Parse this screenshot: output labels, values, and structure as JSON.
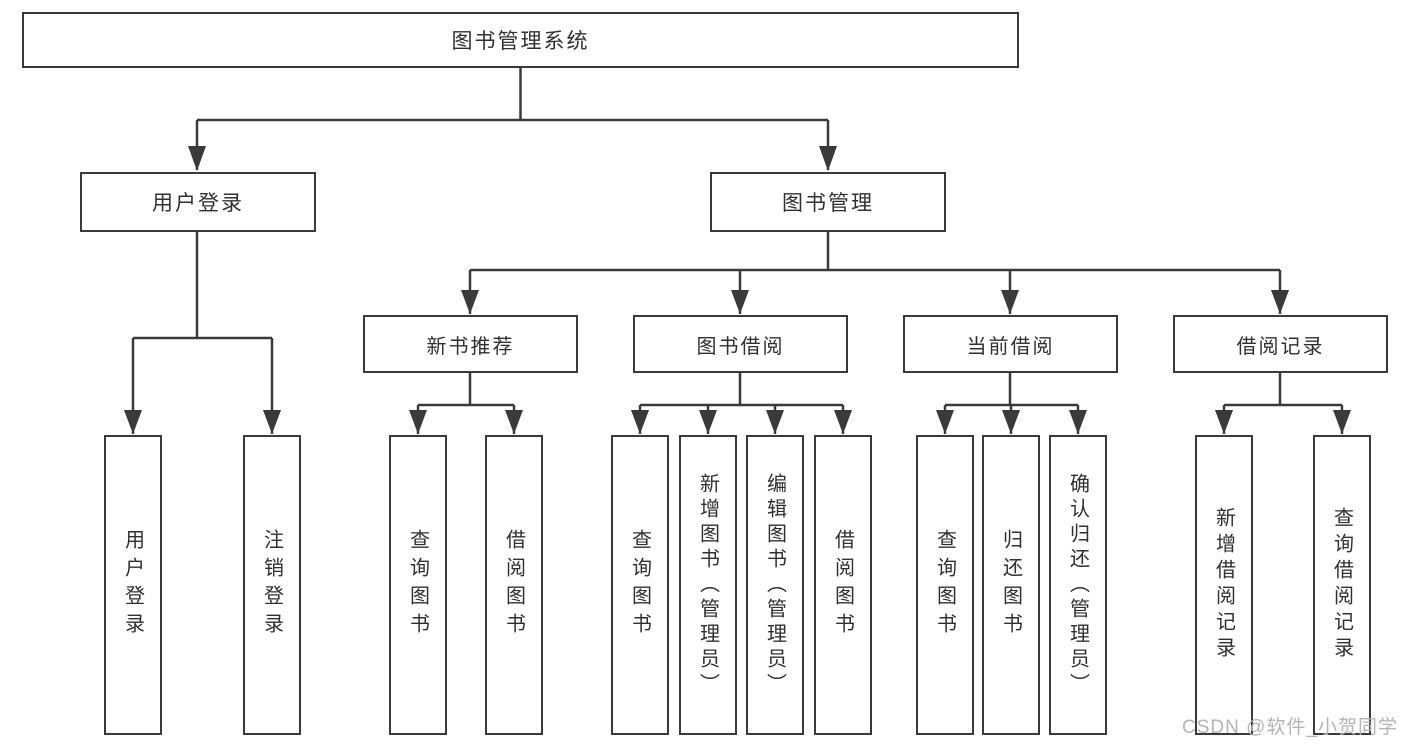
{
  "root": {
    "label": "图书管理系统"
  },
  "level2": {
    "user_login": {
      "label": "用户登录"
    },
    "book_mgmt": {
      "label": "图书管理"
    }
  },
  "level3": {
    "new_book_rec": {
      "label": "新书推荐"
    },
    "book_borrow": {
      "label": "图书借阅"
    },
    "current_borrow": {
      "label": "当前借阅"
    },
    "borrow_records": {
      "label": "借阅记录"
    }
  },
  "leaves": {
    "user_login_login": "用户登录",
    "user_login_logout": "注销登录",
    "rec_query_books": "查询图书",
    "rec_borrow_books": "借阅图书",
    "borrow_query_books": "查询图书",
    "borrow_add_books": "新增图书（管理员）",
    "borrow_edit_books": "编辑图书（管理员）",
    "borrow_borrow_books": "借阅图书",
    "current_query_books": "查询图书",
    "current_return_books": "归还图书",
    "current_confirm_return": "确认归还（管理员）",
    "records_add_record": "新增借阅记录",
    "records_query_record": "查询借阅记录"
  },
  "watermark": "CSDN @软件_小贺同学",
  "colors": {
    "line": "#3a3a3a",
    "text": "#303030",
    "box_background": "#ffffff",
    "watermark": "#b4b4b4"
  }
}
